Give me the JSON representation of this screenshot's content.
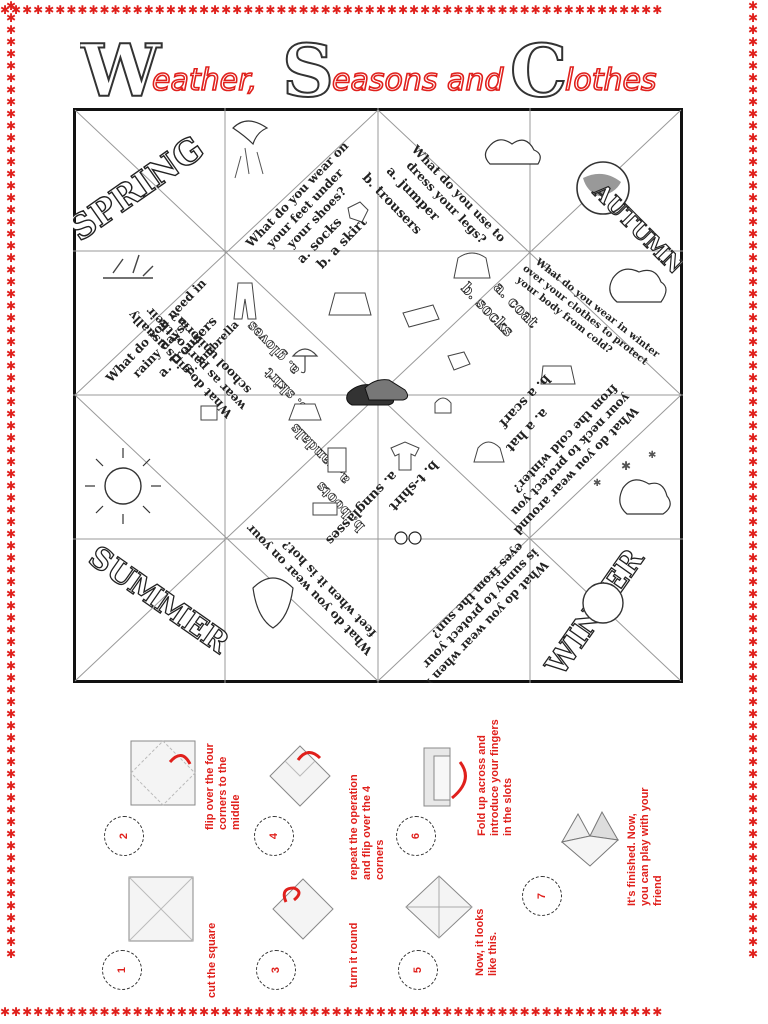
{
  "title": {
    "word1_initial": "W",
    "word1_rest": "eather,",
    "word2_initial": "S",
    "word2_rest": "easons and",
    "word3_initial": "C",
    "word3_rest": "lothes"
  },
  "colors": {
    "accent": "#e0201c",
    "ink": "#222222"
  },
  "border_glyph": "✱",
  "fortune": {
    "corner_words": {
      "top_left": "SPRING",
      "top_right": "AUTUMN",
      "bottom_left": "SUMMER",
      "bottom_right": "WINTER"
    },
    "q_top_left": {
      "q1": "What do you wear on",
      "q2": "your feet under",
      "q3": "your shoes?",
      "a": "a. socks",
      "b": "b. a skirt"
    },
    "q_top_right": {
      "q1": "What do you use to",
      "q2": "dress your legs?",
      "a": "a. jumper",
      "b": "b. trousers"
    },
    "q_left_upper": {
      "q1": "What do you need in",
      "q2": "rainy days?",
      "a": "a. trousers",
      "b": "b. umbrella"
    },
    "q_right_upper": {
      "q1": "What do you wear in winter",
      "q2": "over your clothes to protect",
      "q3": "your body from cold?",
      "a": "a. coat",
      "b": "b. socks"
    },
    "q_left_lower": {
      "q1": "What do girls usually",
      "q2": "wear as part of their",
      "q3": "school uniform?",
      "a": "a. gloves",
      "b": "b. skirt"
    },
    "q_right_lower": {
      "q1": "What do you wear around",
      "q2": "your neck to protect you",
      "q3": "from the cold winter?",
      "a": "a. a hat",
      "b": "b. a scarf"
    },
    "q_bottom_left": {
      "q1": "What do you wear on your",
      "q2": "feet when it is hot?",
      "a": "a. sandals",
      "b": "b. boots"
    },
    "q_bottom_right": {
      "q1": "What do you wear when it",
      "q2": "is sunny to protect your",
      "q3": "eyes from the sun?",
      "a": "a. sunglasses",
      "b": "b. t-shirt"
    }
  },
  "steps": [
    {
      "num": "1",
      "text": "cut the square"
    },
    {
      "num": "2",
      "text1": "flip over the four",
      "text2": "corners to the",
      "text3": "middle"
    },
    {
      "num": "3",
      "text": "turn it round"
    },
    {
      "num": "4",
      "text1": "repeat the operation",
      "text2": "and flip over the 4",
      "text3": "corners"
    },
    {
      "num": "5",
      "text1": "Now, it looks",
      "text2": "like this."
    },
    {
      "num": "6",
      "text1": "Fold up across and",
      "text2": "introduce your fingers",
      "text3": "in the slots"
    },
    {
      "num": "7",
      "text1": "It's finished. Now,",
      "text2": "you can play with your",
      "text3": "friend"
    }
  ]
}
